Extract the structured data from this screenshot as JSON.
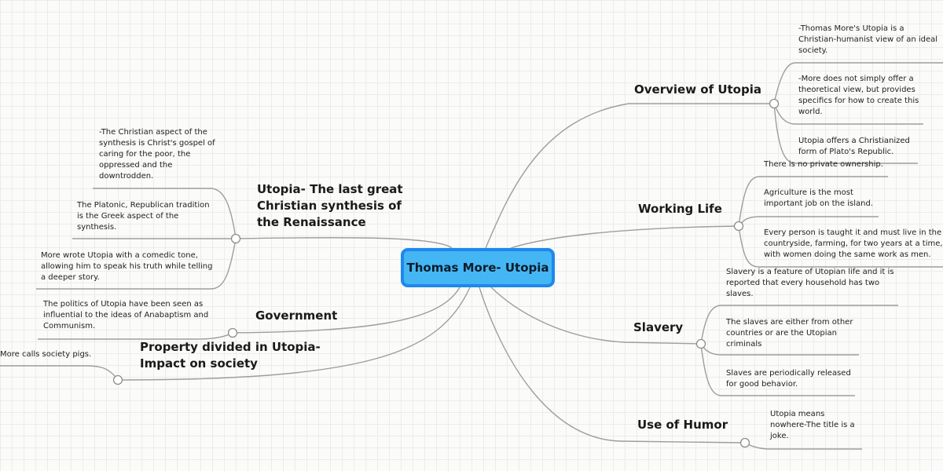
{
  "root": {
    "label": "Thomas More- Utopia"
  },
  "branches": {
    "overview": {
      "label": "Overview of Utopia",
      "items": [
        "-Thomas More's Utopia is a Christian-humanist view of an ideal society.",
        "-More does not simply offer a theoretical view, but provides specifics for how to create this world.",
        "Utopia offers a Christianized form of Plato's Republic."
      ]
    },
    "working": {
      "label": "Working Life",
      "items": [
        "There is no private ownership.",
        "Agriculture is the most important job on the island.",
        "Every person is taught it and must live in the countryside, farming, for two years at a time, with women doing the same work as men."
      ]
    },
    "slavery": {
      "label": "Slavery",
      "items": [
        "Slavery is a feature of Utopian life and it is reported that every household has two slaves.",
        "The slaves are either from other countries or are the Utopian criminals",
        "Slaves are periodically released for good behavior."
      ]
    },
    "humor": {
      "label": "Use of Humor",
      "items": [
        "Utopia means nowhere-The title is a joke."
      ]
    },
    "synthesis": {
      "label": "Utopia- The last great Christian synthesis of the Renaissance",
      "items": [
        "-The Christian aspect of the synthesis is Christ's gospel of caring for the poor, the oppressed and the downtrodden.",
        "The Platonic, Republican tradition is the Greek aspect of the synthesis.",
        "More wrote Utopia with a comedic tone, allowing him to speak his truth while telling a deeper story."
      ]
    },
    "government": {
      "label": "Government",
      "items": [
        "The politics of Utopia have been seen as influential to the ideas of Anabaptism and Communism."
      ]
    },
    "property": {
      "label": "Property divided in Utopia-Impact on society",
      "items": [
        "More calls society pigs."
      ]
    }
  }
}
